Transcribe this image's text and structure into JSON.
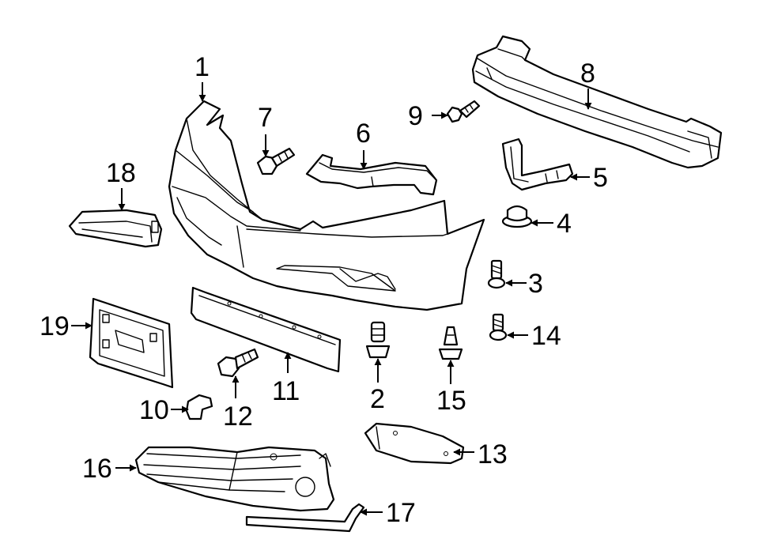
{
  "diagram": {
    "callouts": [
      {
        "id": "1",
        "text": "1"
      },
      {
        "id": "2",
        "text": "2"
      },
      {
        "id": "3",
        "text": "3"
      },
      {
        "id": "4",
        "text": "4"
      },
      {
        "id": "5",
        "text": "5"
      },
      {
        "id": "6",
        "text": "6"
      },
      {
        "id": "7",
        "text": "7"
      },
      {
        "id": "8",
        "text": "8"
      },
      {
        "id": "9",
        "text": "9"
      },
      {
        "id": "10",
        "text": "10"
      },
      {
        "id": "11",
        "text": "11"
      },
      {
        "id": "12",
        "text": "12"
      },
      {
        "id": "13",
        "text": "13"
      },
      {
        "id": "14",
        "text": "14"
      },
      {
        "id": "15",
        "text": "15"
      },
      {
        "id": "16",
        "text": "16"
      },
      {
        "id": "17",
        "text": "17"
      },
      {
        "id": "18",
        "text": "18"
      },
      {
        "id": "19",
        "text": "19"
      }
    ]
  }
}
